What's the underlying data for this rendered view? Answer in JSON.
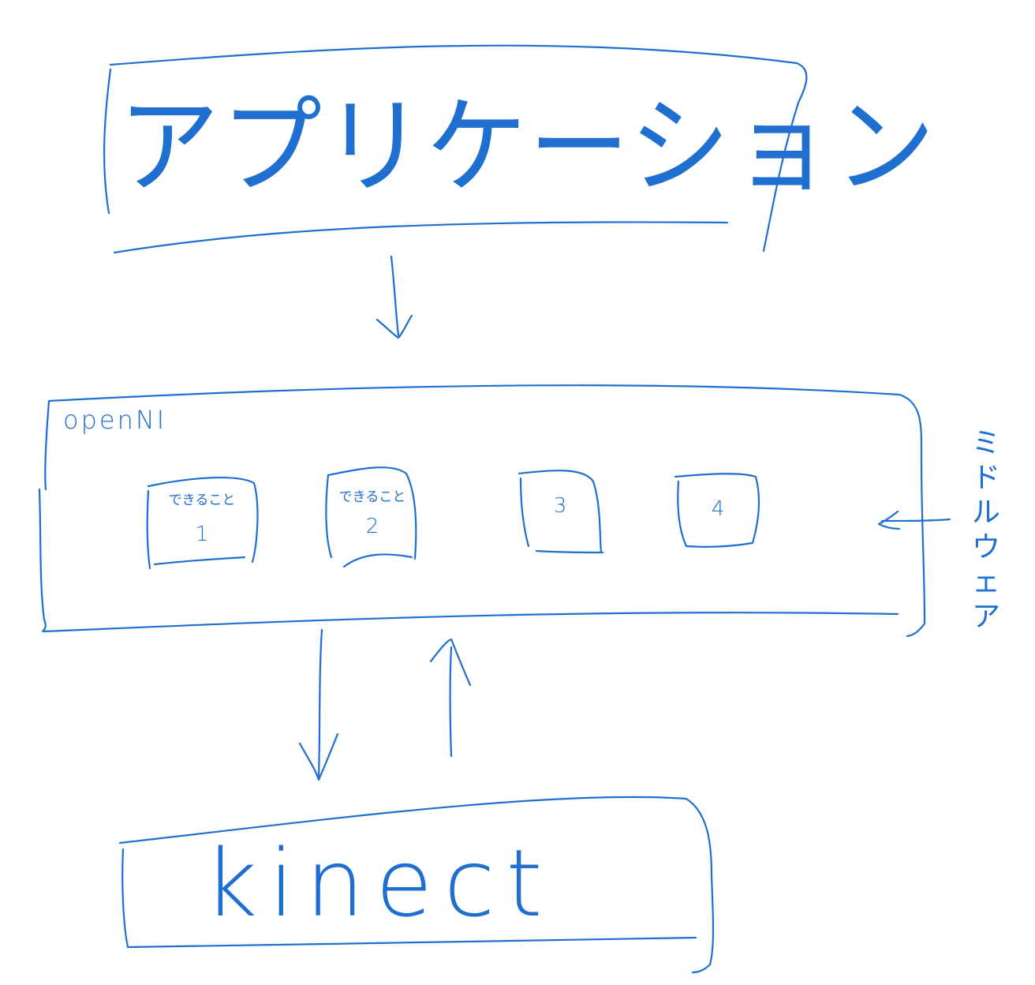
{
  "diagram": {
    "stroke_color": "#1f6fd1",
    "application_label": "アプリケーション",
    "openni": {
      "label": "openNI",
      "boxes": [
        {
          "caption": "できること",
          "number": "1"
        },
        {
          "caption": "できること",
          "number": "2"
        },
        {
          "caption": "",
          "number": "3"
        },
        {
          "caption": "",
          "number": "4"
        }
      ]
    },
    "middleware_label": "ミドルウェア",
    "kinect_label": "kinect"
  }
}
